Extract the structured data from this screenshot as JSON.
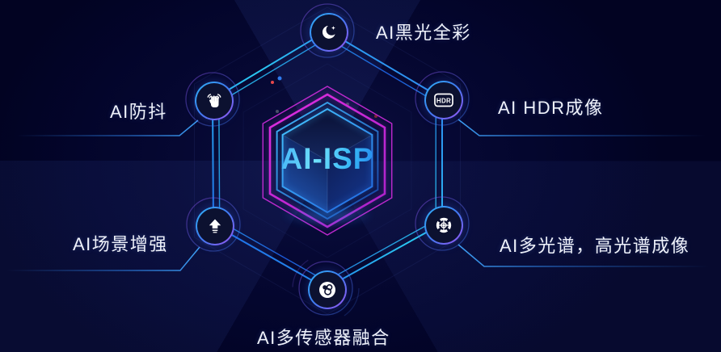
{
  "diagram": {
    "title": "AI-ISP feature hexagon",
    "center_label": "AI-ISP",
    "nodes": [
      {
        "id": "blacklight",
        "label": "AI黑光全彩",
        "icon": "moon-star-icon"
      },
      {
        "id": "stabilization",
        "label": "AI防抖",
        "icon": "waving-hand-icon"
      },
      {
        "id": "hdr",
        "label": "AI HDR成像",
        "icon": "hdr-badge-icon",
        "icon_text": "HDR"
      },
      {
        "id": "scene-enhance",
        "label": "AI场景增强",
        "icon": "arrow-up-icon"
      },
      {
        "id": "spectral",
        "label": "AI多光谱，高光谱成像",
        "icon": "target-icon"
      },
      {
        "id": "sensor-fusion",
        "label": "AI多传感器融合",
        "icon": "sensor-fusion-icon"
      }
    ],
    "colors": {
      "background": "#03052B",
      "magenta": "#C92BD6",
      "blue": "#2E7BF0",
      "cyan": "#2AC8F2",
      "purple": "#9B55F3",
      "label_text": "#F2F5FC"
    }
  }
}
